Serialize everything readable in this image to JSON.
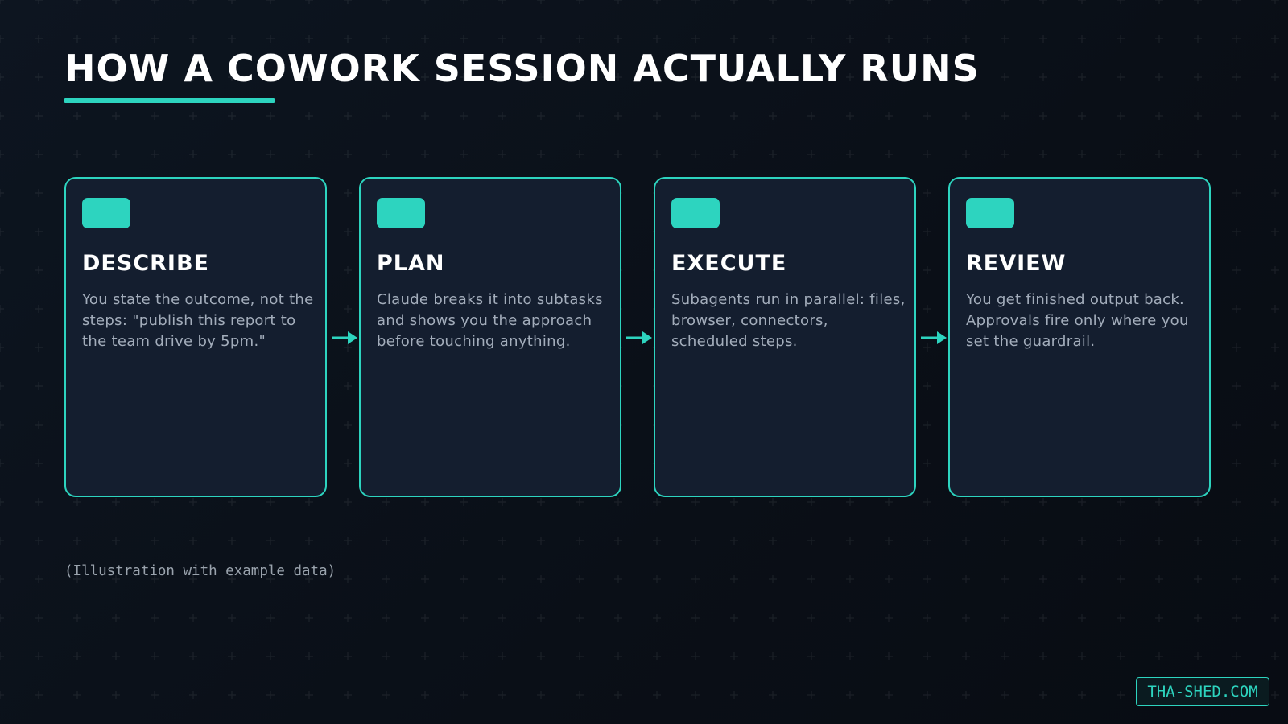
{
  "title": "HOW A COWORK SESSION ACTUALLY RUNS",
  "accent_color": "#2dd4bf",
  "steps": [
    {
      "title": "DESCRIBE",
      "description": "You state the outcome, not the steps: \"publish this report to the team drive by 5pm.\""
    },
    {
      "title": "PLAN",
      "description": "Claude breaks it into subtasks and shows you the approach before touching anything."
    },
    {
      "title": "EXECUTE",
      "description": "Subagents run in parallel: files, browser, connectors, scheduled steps."
    },
    {
      "title": "REVIEW",
      "description": "You get finished output back. Approvals fire only where you set the guardrail."
    }
  ],
  "note": "(Illustration with example data)",
  "brand": "THA-SHED.COM"
}
